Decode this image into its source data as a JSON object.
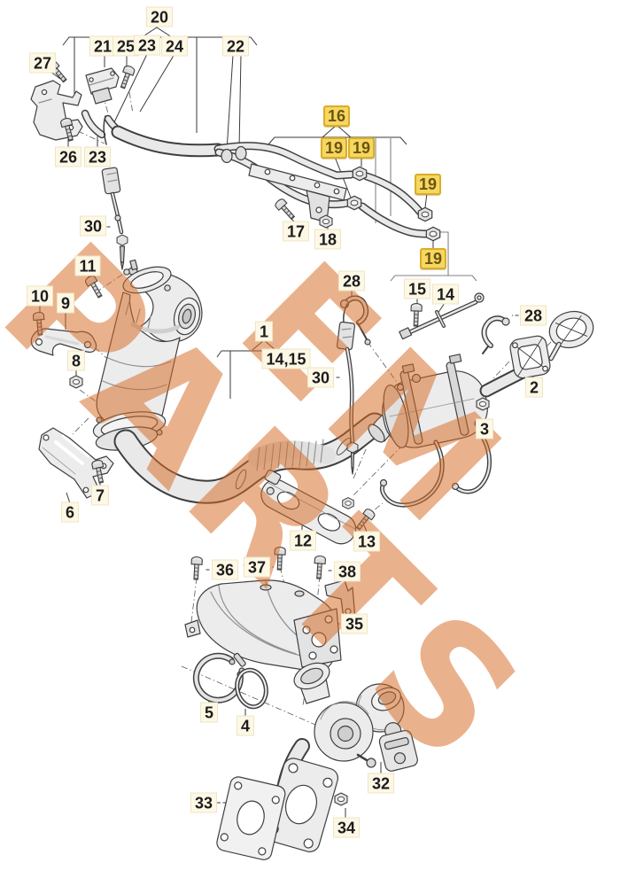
{
  "watermark": {
    "line1": "EM",
    "line2": "PARTS",
    "color": "#d66c24"
  },
  "highlight_color": "#f6d75f",
  "callouts": [
    {
      "text": "20",
      "highlighted": false
    },
    {
      "text": "27",
      "highlighted": false
    },
    {
      "text": "21",
      "highlighted": false
    },
    {
      "text": "25",
      "highlighted": false
    },
    {
      "text": "23",
      "highlighted": false
    },
    {
      "text": "24",
      "highlighted": false
    },
    {
      "text": "22",
      "highlighted": false
    },
    {
      "text": "26",
      "highlighted": false
    },
    {
      "text": "23",
      "highlighted": false
    },
    {
      "text": "16",
      "highlighted": true
    },
    {
      "text": "19",
      "highlighted": true
    },
    {
      "text": "19",
      "highlighted": true
    },
    {
      "text": "19",
      "highlighted": true
    },
    {
      "text": "19",
      "highlighted": true
    },
    {
      "text": "17",
      "highlighted": false
    },
    {
      "text": "18",
      "highlighted": false
    },
    {
      "text": "30",
      "highlighted": false
    },
    {
      "text": "11",
      "highlighted": false
    },
    {
      "text": "10",
      "highlighted": false
    },
    {
      "text": "9",
      "highlighted": false
    },
    {
      "text": "28",
      "highlighted": false
    },
    {
      "text": "15",
      "highlighted": false
    },
    {
      "text": "14",
      "highlighted": false
    },
    {
      "text": "28",
      "highlighted": false
    },
    {
      "text": "8",
      "highlighted": false
    },
    {
      "text": "1",
      "highlighted": false
    },
    {
      "text": "14,15",
      "highlighted": false
    },
    {
      "text": "30",
      "highlighted": false
    },
    {
      "text": "2",
      "highlighted": false
    },
    {
      "text": "3",
      "highlighted": false
    },
    {
      "text": "6",
      "highlighted": false
    },
    {
      "text": "7",
      "highlighted": false
    },
    {
      "text": "12",
      "highlighted": false
    },
    {
      "text": "13",
      "highlighted": false
    },
    {
      "text": "36",
      "highlighted": false
    },
    {
      "text": "37",
      "highlighted": false
    },
    {
      "text": "38",
      "highlighted": false
    },
    {
      "text": "35",
      "highlighted": false
    },
    {
      "text": "5",
      "highlighted": false
    },
    {
      "text": "4",
      "highlighted": false
    },
    {
      "text": "32",
      "highlighted": false
    },
    {
      "text": "33",
      "highlighted": false
    },
    {
      "text": "34",
      "highlighted": false
    }
  ]
}
